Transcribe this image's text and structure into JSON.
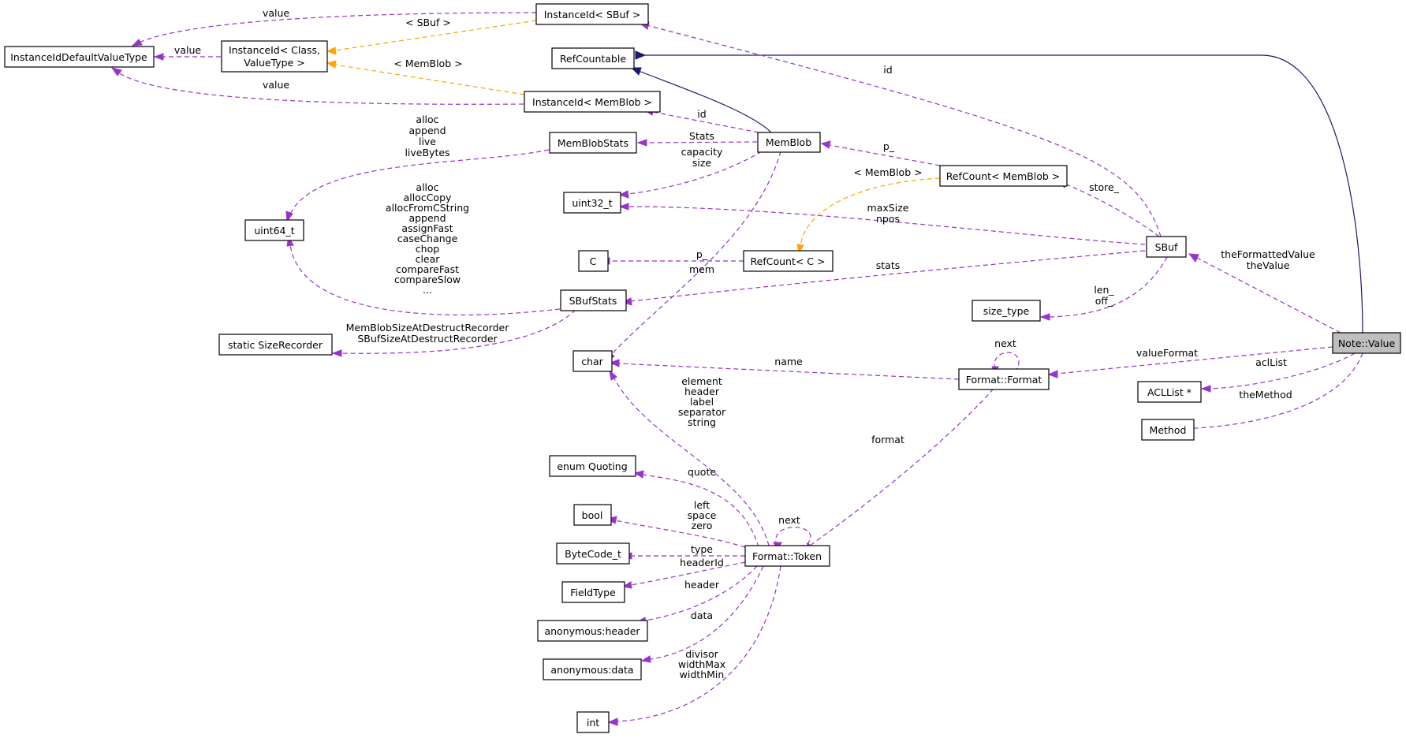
{
  "colors": {
    "usage_edge": "#9a32cd",
    "template_edge": "#ffa500",
    "inherit_edge": "#191970",
    "focus_fill": "#bfbfbf",
    "node_fill": "#ffffff"
  },
  "nodes": {
    "note_value": "Note::Value",
    "refcountable": "RefCountable",
    "sbuf": "SBuf",
    "format_format": "Format::Format",
    "acllist": "ACLList *",
    "method": "Method",
    "instanceid_sbuf": "InstanceId< SBuf >",
    "instanceid_default": "InstanceIdDefaultValueType",
    "instanceid_class": [
      "InstanceId< Class,",
      "ValueType >"
    ],
    "instanceid_memblob": "InstanceId< MemBlob >",
    "memblob": "MemBlob",
    "memblobstats": "MemBlobStats",
    "uint32": "uint32_t",
    "uint64": "uint64_t",
    "refcount_memblob": "RefCount< MemBlob >",
    "refcount_c": "RefCount< C >",
    "c": "C",
    "sbufstats": "SBufStats",
    "size_type": "size_type",
    "static_sizerecorder": "static SizeRecorder",
    "char": "char",
    "format_token": "Format::Token",
    "enum_quoting": "enum Quoting",
    "bool": "bool",
    "bytecode": "ByteCode_t",
    "fieldtype": "FieldType",
    "anon_header": "anonymous:header",
    "anon_data": "anonymous:data",
    "int": "int"
  },
  "edge_labels": {
    "sbuf_value": [
      "theFormattedValue",
      "theValue"
    ],
    "valueformat": [
      "valueFormat"
    ],
    "acllist": [
      "aclList"
    ],
    "themethod": [
      "theMethod"
    ],
    "id_sbuf": [
      "id"
    ],
    "store": [
      "store_"
    ],
    "p_memblob": [
      "p_"
    ],
    "maxsize": [
      "maxSize",
      "npos"
    ],
    "stats": [
      "stats"
    ],
    "len_off": [
      "len_",
      "off_"
    ],
    "value_sbuf": [
      "value"
    ],
    "tmpl_sbuf": [
      "< SBuf >"
    ],
    "value_class": [
      "value"
    ],
    "value_memblob": [
      "value"
    ],
    "tmpl_memblob": [
      "< MemBlob >"
    ],
    "id_memblob": [
      "id"
    ],
    "memblob_stats": [
      "Stats"
    ],
    "memblob_cap": [
      "capacity",
      "size"
    ],
    "memblob_mem": [
      "mem"
    ],
    "tmpl_memblob2": [
      "< MemBlob >"
    ],
    "c_p": [
      "p_"
    ],
    "memblobstats_u64": [
      "alloc",
      "append",
      "live",
      "liveBytes"
    ],
    "sbufstats_u64": [
      "alloc",
      "allocCopy",
      "allocFromCString",
      "append",
      "assignFast",
      "caseChange",
      "chop",
      "clear",
      "compareFast",
      "compareSlow",
      "..."
    ],
    "sizerecorder": [
      "MemBlobSizeAtDestructRecorder",
      "SBufSizeAtDestructRecorder"
    ],
    "name": [
      "name"
    ],
    "format_next": [
      "next"
    ],
    "format_token": [
      "format"
    ],
    "token_char": [
      "element",
      "header",
      "label",
      "separator",
      "string"
    ],
    "token_next": [
      "next"
    ],
    "quote": [
      "quote"
    ],
    "bool_lbl": [
      "left",
      "space",
      "zero"
    ],
    "type": [
      "type"
    ],
    "headerid": [
      "headerId"
    ],
    "header": [
      "header"
    ],
    "data": [
      "data"
    ],
    "int_lbl": [
      "divisor",
      "widthMax",
      "widthMin"
    ]
  }
}
